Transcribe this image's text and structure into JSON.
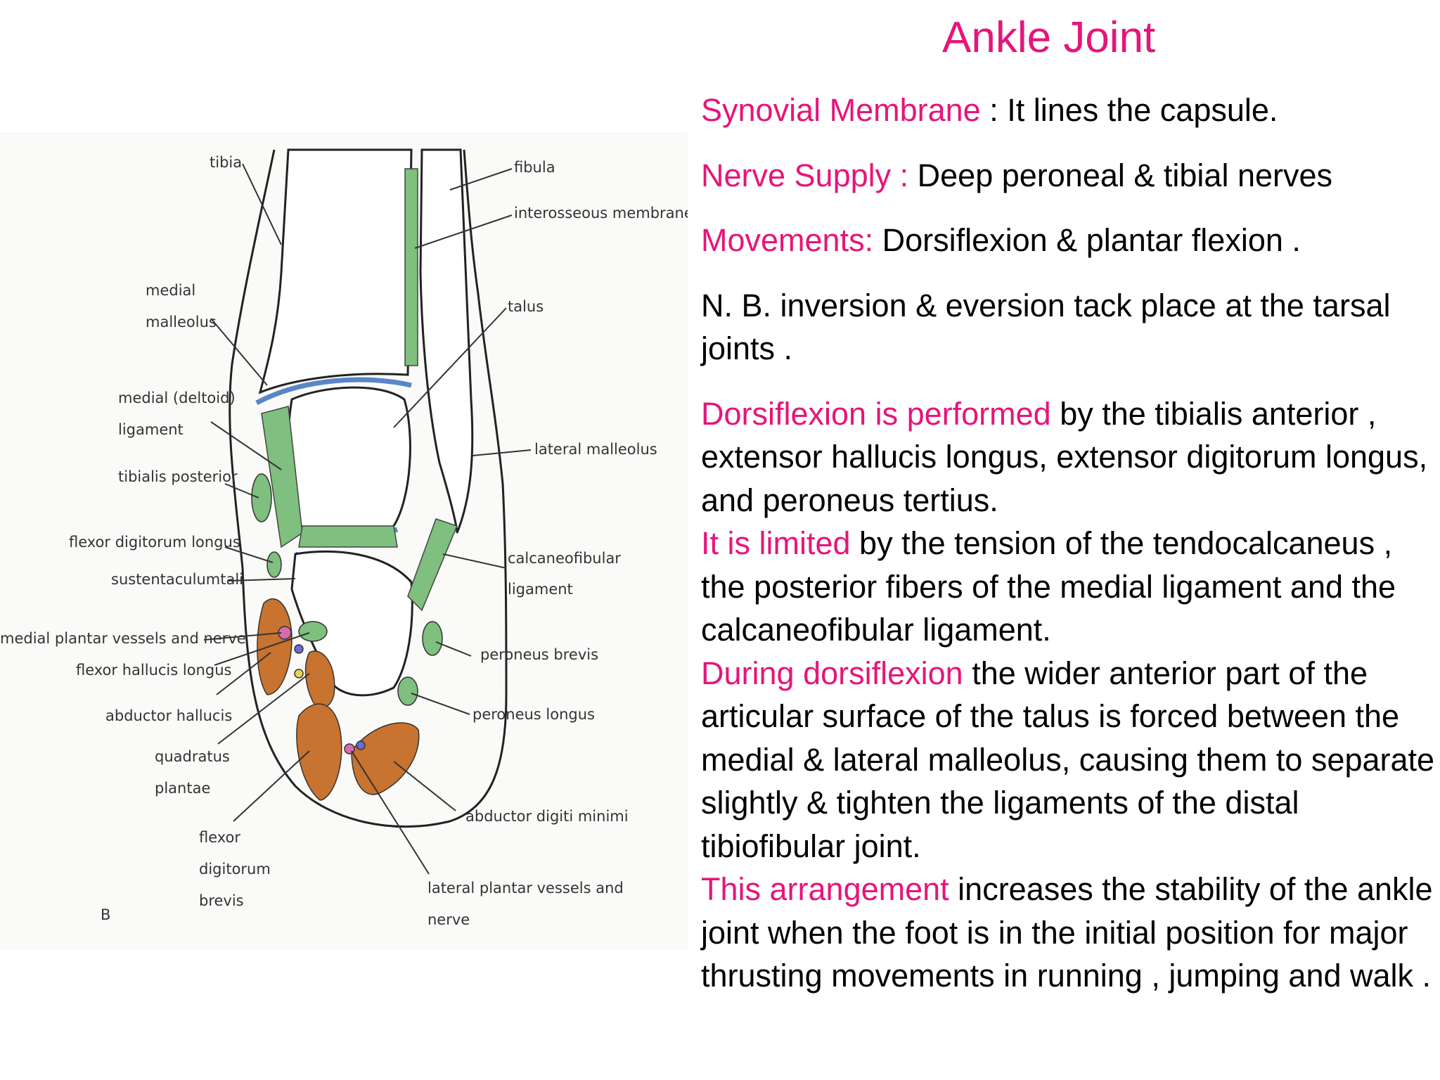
{
  "slide": {
    "title": "Ankle Joint",
    "paragraphs": [
      {
        "highlight": "Synovial Membrane",
        "text": " : It lines the capsule."
      },
      {
        "highlight": "Nerve Supply :",
        "text": " Deep peroneal & tibial nerves"
      },
      {
        "highlight": "Movements:",
        "text": " Dorsiflexion & plantar flexion ."
      },
      {
        "highlight": "",
        "text": "N. B. inversion & eversion tack place at the tarsal joints ."
      }
    ],
    "dorsiflexion_block": [
      {
        "highlight": "Dorsiflexion is performed",
        "text": " by the tibialis anterior , extensor hallucis longus, extensor digitorum longus, and peroneus tertius."
      },
      {
        "highlight": "It is limited",
        "text": " by the tension of the tendocalcaneus , the posterior fibers of the medial ligament and the calcaneofibular ligament."
      },
      {
        "highlight": "During dorsiflexion",
        "text": " the wider anterior part of the articular surface of the talus is forced between the medial & lateral malleolus, causing them to separate slightly & tighten the ligaments of the distal tibiofibular joint."
      },
      {
        "highlight": "This arrangement",
        "text": " increases the stability of the ankle joint when the foot is in the initial position for major thrusting movements in running , jumping and walk ."
      }
    ]
  },
  "diagram": {
    "labels": {
      "tibia": "tibia",
      "fibula": "fibula",
      "interosseous": "interosseous membrane",
      "medial_malleolus_1": "medial",
      "medial_malleolus_2": "malleolus",
      "talus": "talus",
      "deltoid_1": "medial (deltoid)",
      "deltoid_2": "ligament",
      "lateral_malleolus": "lateral malleolus",
      "tibialis_posterior": "tibialis posterior",
      "flexor_digitorum_longus": "flexor digitorum longus",
      "calcaneofibular_1": "calcaneofibular",
      "calcaneofibular_2": "ligament",
      "sustentaculum": "sustentaculumtali",
      "medial_plantar": "medial plantar vessels and nerve",
      "peroneus_brevis": "peroneus brevis",
      "flexor_hallucis_longus": "flexor hallucis longus",
      "abductor_hallucis": "abductor hallucis",
      "peroneus_longus": "peroneus longus",
      "quadratus_1": "quadratus",
      "quadratus_2": "plantae",
      "abductor_digiti": "abductor digiti minimi",
      "fdb_1": "flexor",
      "fdb_2": "digitorum",
      "fdb_3": "brevis",
      "lateral_plantar_1": "lateral plantar vessels and",
      "lateral_plantar_2": "nerve",
      "panel": "B"
    },
    "colors": {
      "ligament": "#7fbf7f",
      "synovial": "#5a86c8",
      "muscle": "#c8732f",
      "outline": "#222222"
    }
  }
}
